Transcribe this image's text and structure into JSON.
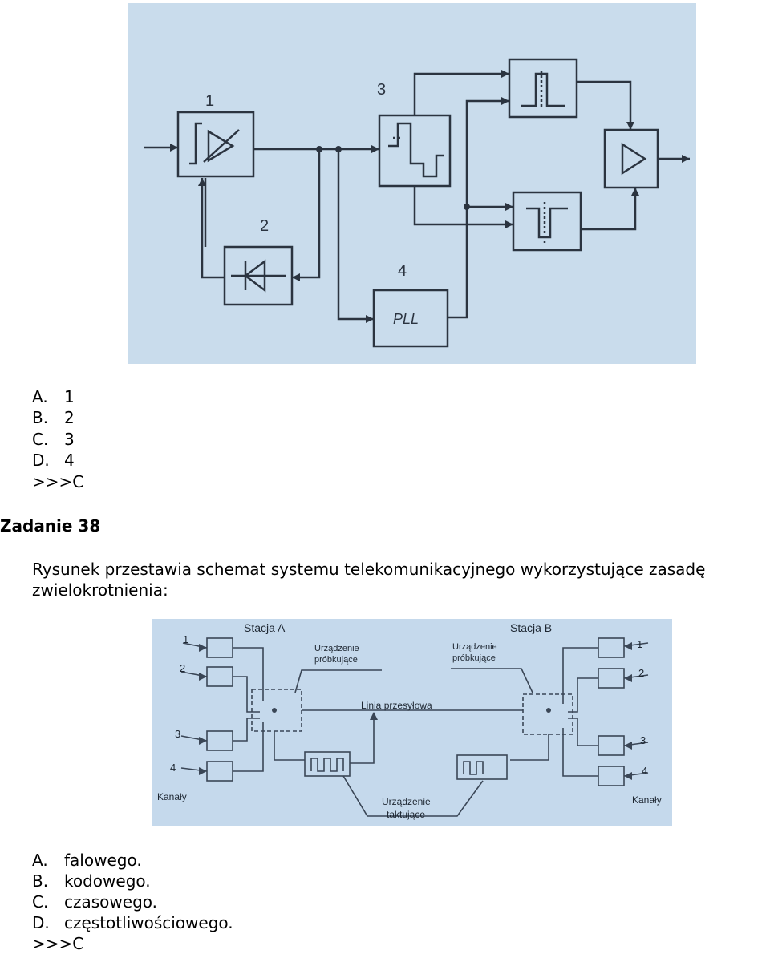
{
  "q37": {
    "figure": {
      "block_labels": [
        "1",
        "2",
        "3",
        "4"
      ],
      "pll_label": "PLL"
    },
    "options": [
      {
        "letter": "A.",
        "text": "1"
      },
      {
        "letter": "B.",
        "text": "2"
      },
      {
        "letter": "C.",
        "text": "3"
      },
      {
        "letter": "D.",
        "text": "4"
      }
    ],
    "answer": ">>>C"
  },
  "q38": {
    "title": "Zadanie 38",
    "question": "Rysunek przestawia schemat systemu telekomunikacyjnego wykorzystujące zasadę zwielokrotnienia:",
    "figure": {
      "station_a": "Stacja A",
      "station_b": "Stacja B",
      "sampler_a": [
        "Urządzenie",
        "próbkujące"
      ],
      "sampler_b": [
        "Urządzenie",
        "próbkujące"
      ],
      "line_label": "Linia przesyłowa",
      "clock_label": [
        "Urządzenie",
        "taktujące"
      ],
      "channels_left": "Kanały",
      "channels_right": "Kanały",
      "channel_numbers": [
        "1",
        "2",
        "3",
        "4"
      ]
    },
    "options": [
      {
        "letter": "A.",
        "text": "falowego."
      },
      {
        "letter": "B.",
        "text": "kodowego."
      },
      {
        "letter": "C.",
        "text": "czasowego."
      },
      {
        "letter": "D.",
        "text": "częstotliwościowego."
      }
    ],
    "answer": ">>>C"
  },
  "colors": {
    "figure1_bg": "#c9dcec",
    "figure2_bg": "#c5d9ec",
    "ink": "#2b3440"
  }
}
